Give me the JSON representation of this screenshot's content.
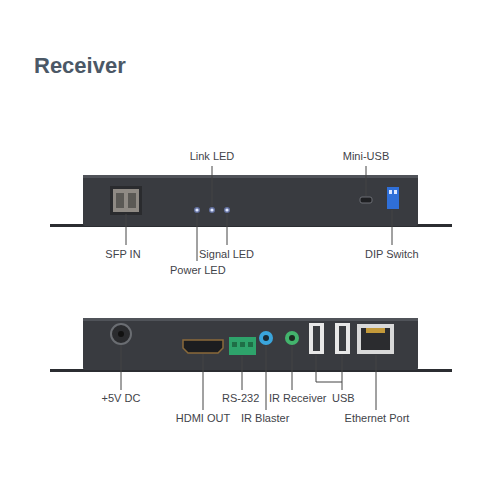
{
  "diagram": {
    "title": "Receiver",
    "labels": [
      "Link LED",
      "Mini-USB",
      "SFP IN",
      "Signal LED",
      "Power LED",
      "DIP Switch",
      "+5V DC",
      "HDMI OUT",
      "RS-232",
      "IR Blaster",
      "IR Receiver",
      "USB",
      "Ethernet Port"
    ]
  }
}
